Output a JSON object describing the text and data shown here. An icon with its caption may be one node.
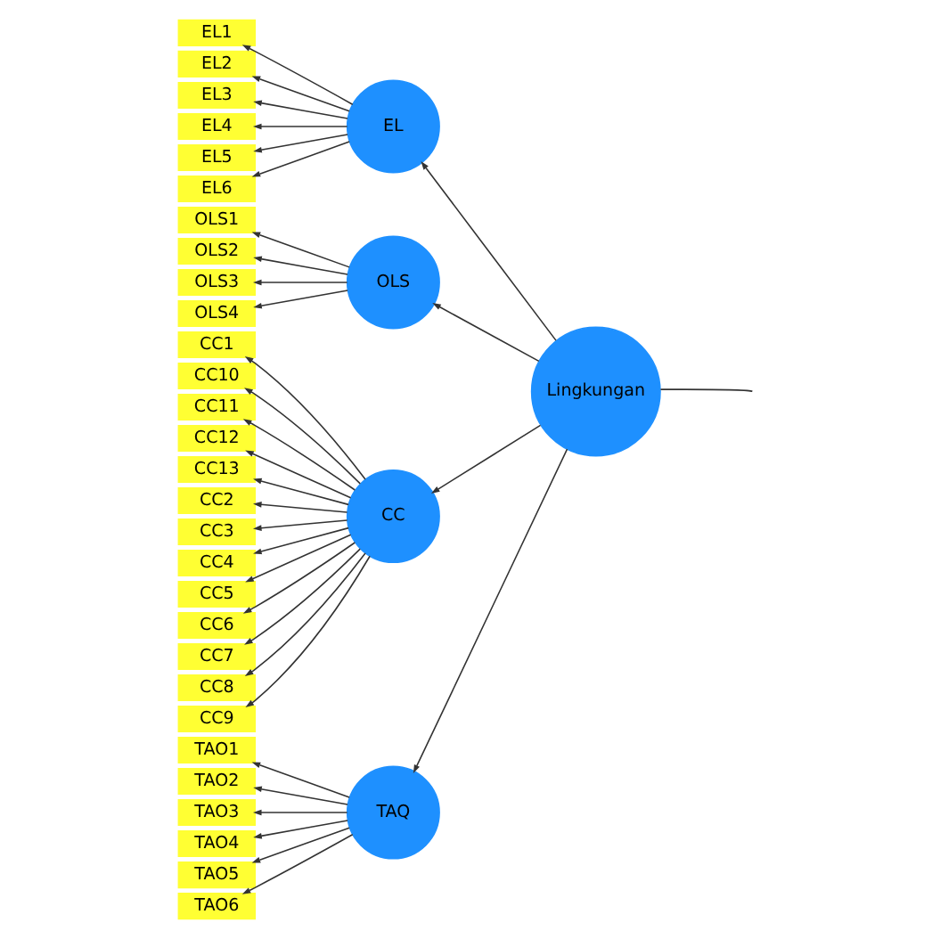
{
  "diagram": {
    "nodes": [
      {
        "text": [
          "EL1"
        ]
      },
      {
        "text": [
          "EL2"
        ]
      },
      {
        "text": [
          "EL3"
        ]
      },
      {
        "text": [
          "EL4"
        ]
      },
      {
        "text": [
          "EL5"
        ]
      },
      {
        "text": [
          "EL6"
        ]
      },
      {
        "text": [
          "EL"
        ]
      },
      {
        "text": [
          "OLS1"
        ]
      },
      {
        "text": [
          "OLS2"
        ]
      },
      {
        "text": [
          "OLS3"
        ]
      },
      {
        "text": [
          "OLS4"
        ]
      },
      {
        "text": [
          "OLS"
        ]
      },
      {
        "text": [
          "CC1"
        ]
      },
      {
        "text": [
          "CC10"
        ]
      },
      {
        "text": [
          "CC11"
        ]
      },
      {
        "text": [
          "CC12"
        ]
      },
      {
        "text": [
          "CC13"
        ]
      },
      {
        "text": [
          "CC2"
        ]
      },
      {
        "text": [
          "CC3"
        ]
      },
      {
        "text": [
          "CC4"
        ]
      },
      {
        "text": [
          "CC5"
        ]
      },
      {
        "text": [
          "CC6"
        ]
      },
      {
        "text": [
          "CC7"
        ]
      },
      {
        "text": [
          "CC8"
        ]
      },
      {
        "text": [
          "CC9"
        ]
      },
      {
        "text": [
          "CC"
        ]
      },
      {
        "text": [
          "Lingkungan"
        ]
      },
      {
        "text": [
          "TAO1"
        ]
      },
      {
        "text": [
          "TAO2"
        ]
      },
      {
        "text": [
          "TAO3"
        ]
      },
      {
        "text": [
          "TAO4"
        ]
      },
      {
        "text": [
          "TAO5"
        ]
      },
      {
        "text": [
          "TAO6"
        ]
      },
      {
        "text": [
          "TAQ"
        ]
      }
    ],
    "edges": [
      {
        "from": 6,
        "to": 0,
        "arrow": "to"
      },
      {
        "from": 6,
        "to": 1,
        "arrow": "to"
      },
      {
        "from": 6,
        "to": 2,
        "arrow": "to"
      },
      {
        "from": 6,
        "to": 3,
        "arrow": "to"
      },
      {
        "from": 6,
        "to": 4,
        "arrow": "to"
      },
      {
        "from": 6,
        "to": 5,
        "arrow": "to"
      },
      {
        "from": 11,
        "to": 7,
        "arrow": "to"
      },
      {
        "from": 11,
        "to": 8,
        "arrow": "to"
      },
      {
        "from": 11,
        "to": 9,
        "arrow": "to"
      },
      {
        "from": 11,
        "to": 10,
        "arrow": "to"
      },
      {
        "from": 25,
        "to": 12,
        "arrow": "to"
      },
      {
        "from": 25,
        "to": 13,
        "arrow": "to"
      },
      {
        "from": 25,
        "to": 14,
        "arrow": "to"
      },
      {
        "from": 25,
        "to": 15,
        "arrow": "to"
      },
      {
        "from": 25,
        "to": 16,
        "arrow": "to"
      },
      {
        "from": 25,
        "to": 17,
        "arrow": "to"
      },
      {
        "from": 25,
        "to": 18,
        "arrow": "to"
      },
      {
        "from": 25,
        "to": 19,
        "arrow": "to"
      },
      {
        "from": 25,
        "to": 20,
        "arrow": "to"
      },
      {
        "from": 25,
        "to": 21,
        "arrow": "to"
      },
      {
        "from": 25,
        "to": 22,
        "arrow": "to"
      },
      {
        "from": 25,
        "to": 23,
        "arrow": "to"
      },
      {
        "from": 25,
        "to": 24,
        "arrow": "to"
      },
      {
        "from": 33,
        "to": 27,
        "arrow": "to"
      },
      {
        "from": 33,
        "to": 28,
        "arrow": "to"
      },
      {
        "from": 33,
        "to": 29,
        "arrow": "to"
      },
      {
        "from": 33,
        "to": 30,
        "arrow": "to"
      },
      {
        "from": 33,
        "to": 31,
        "arrow": "to"
      },
      {
        "from": 33,
        "to": 32,
        "arrow": "to"
      },
      {
        "from": 26,
        "to": 6,
        "arrow": "to"
      },
      {
        "from": 26,
        "to": 11,
        "arrow": "to"
      },
      {
        "from": 26,
        "to": 25,
        "arrow": "to"
      },
      {
        "from": 26,
        "to": 33,
        "arrow": "to"
      },
      {
        "from": 26,
        "to": null,
        "arrow": "none"
      }
    ]
  }
}
